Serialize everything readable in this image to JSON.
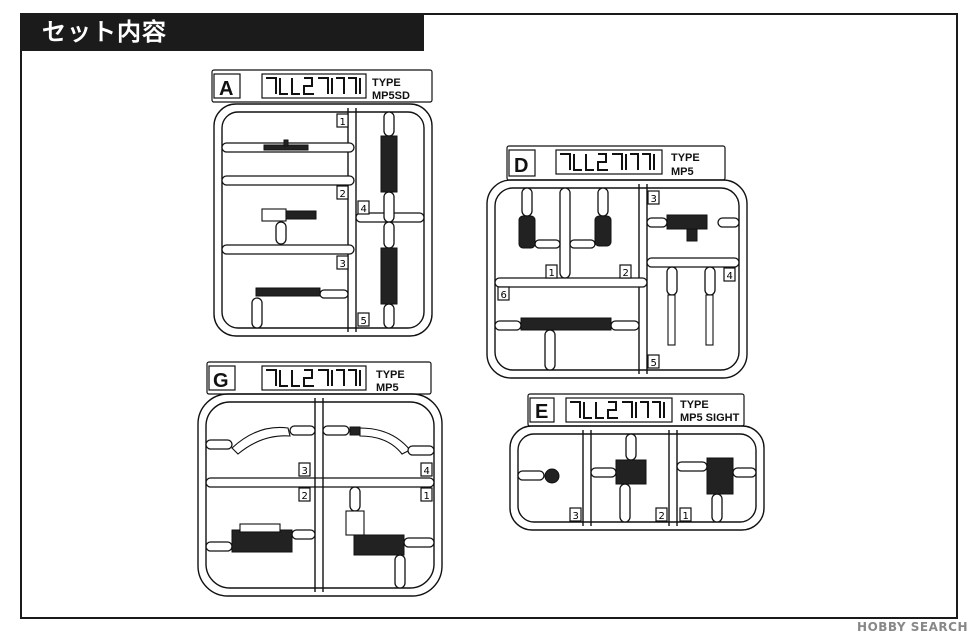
{
  "header": {
    "title": "セット内容"
  },
  "watermark": "HOBBY SEARCH",
  "sprues": [
    {
      "letter": "A",
      "type_word": "TYPE",
      "model": "MP5SD",
      "parts": [
        "1",
        "2",
        "3",
        "4",
        "5"
      ]
    },
    {
      "letter": "D",
      "type_word": "TYPE",
      "model": "MP5",
      "parts": [
        "1",
        "2",
        "3",
        "4",
        "5",
        "6"
      ]
    },
    {
      "letter": "G",
      "type_word": "TYPE",
      "model": "MP5",
      "parts": [
        "1",
        "2",
        "3",
        "4"
      ]
    },
    {
      "letter": "E",
      "type_word": "TYPE",
      "model": "MP5 SIGHT",
      "parts": [
        "1",
        "2",
        "3"
      ]
    }
  ],
  "colors": {
    "ink": "#111111",
    "header_bg": "#1b1b1b",
    "header_text": "#ffffff",
    "watermark": "#888888"
  }
}
